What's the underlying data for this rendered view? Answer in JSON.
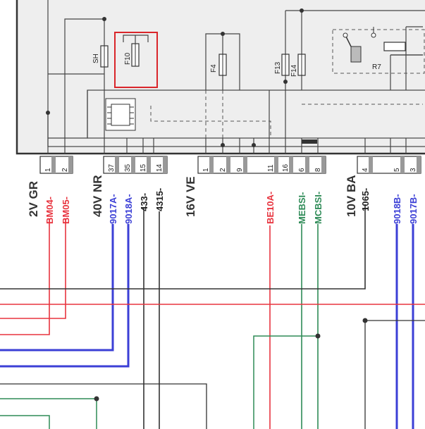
{
  "components": {
    "sh": "SH",
    "f10": "F10",
    "f4": "F4",
    "f13": "F13",
    "f14": "F14",
    "r7": "R7"
  },
  "connectors": [
    {
      "id": "conn-2v-gr",
      "label": "2V GR",
      "pins": [
        "1",
        "2"
      ]
    },
    {
      "id": "conn-40v-nr",
      "label": "40V NR",
      "pins": [
        "37",
        "35",
        "15",
        "14"
      ]
    },
    {
      "id": "conn-16v-ve",
      "label": "16V VE",
      "pins": [
        "1",
        "2",
        "9",
        "11",
        "16",
        "6",
        "8"
      ]
    },
    {
      "id": "conn-10v-ba",
      "label": "10V BA",
      "pins": [
        "4",
        "5",
        "3"
      ]
    }
  ],
  "wires": [
    {
      "label": "BM04",
      "color": "red"
    },
    {
      "label": "BM05",
      "color": "red"
    },
    {
      "label": "9017A",
      "color": "blue"
    },
    {
      "label": "9018A",
      "color": "blue"
    },
    {
      "label": "433",
      "color": "black"
    },
    {
      "label": "4315",
      "color": "black"
    },
    {
      "label": "BE10A",
      "color": "red"
    },
    {
      "label": "MEBSI",
      "color": "green"
    },
    {
      "label": "MCBSI",
      "color": "green"
    },
    {
      "label": "1065",
      "color": "black"
    },
    {
      "label": "9018B",
      "color": "blue"
    },
    {
      "label": "9017B",
      "color": "blue"
    }
  ],
  "colors": {
    "red": "#e8343f",
    "blue": "#3b3fd6",
    "green": "#2e8b57",
    "black": "#333333",
    "box": "#333333",
    "highlight": "#d9252a",
    "panel": "#eeeeee"
  }
}
